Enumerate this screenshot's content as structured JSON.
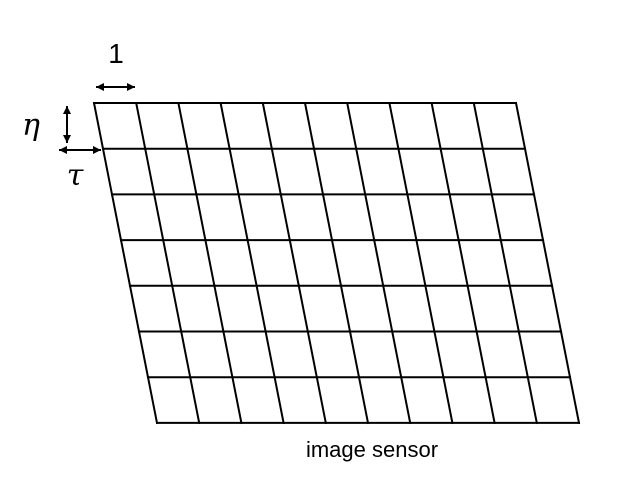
{
  "diagram": {
    "grid_columns": 10,
    "grid_rows": 7,
    "caption": "image sensor",
    "labels": {
      "pixel_width": "1",
      "pixel_height": "η",
      "row_shift": "τ"
    }
  }
}
